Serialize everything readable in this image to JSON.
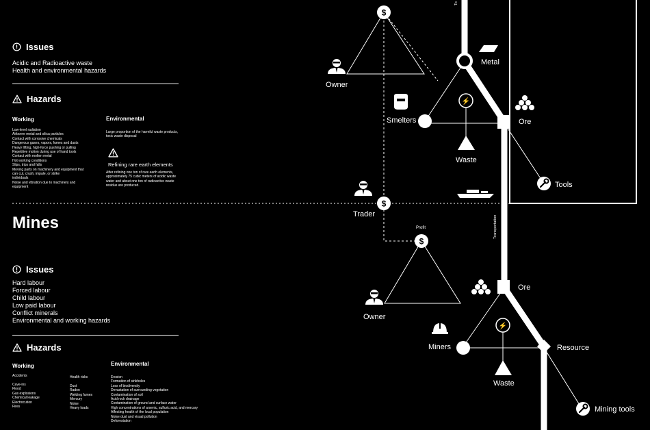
{
  "top": {
    "issues_title": "Issues",
    "issues": [
      "Acidic and Radioactive waste",
      "Health and environmental hazards"
    ],
    "hazards_title": "Hazards",
    "working_title": "Working",
    "working_items": [
      "Low-level radiation",
      "Airborne metal and silica particles",
      "Contact with corrosive chemicals",
      "Dangerous gases, vapors, fumes and dusts",
      "Heavy lifting, high-force pushing or pulling",
      "Repetitive motion during use of hand tools",
      "Contact with molten metal",
      "Hot working conditions",
      "Slips, trips and falls",
      "Moving parts on machinery and equipment that",
      "can cut, crush, impale, or strike",
      "individuals",
      "Noise and vibration due to machinery and",
      "equipment"
    ],
    "environmental_title": "Environmental",
    "environmental_items": [
      "Large proportion of the harmful waste products,",
      "toxic waste disposal"
    ],
    "refining_title": "Refining rare earth elements",
    "refining_items": [
      "After refining one ton of rare earth elements,",
      "approximately 75 cubic meters of acidic waste",
      "water and about one ton of radioactive waste",
      "residue are produced."
    ]
  },
  "mines": {
    "title": "Mines",
    "issues_title": "Issues",
    "issues": [
      "Hard labour",
      "Forced labour",
      "Child labour",
      "Low paid labour",
      "Conflict minerals",
      "Environmental and working hazards"
    ],
    "hazards_title": "Hazards",
    "working_title": "Working",
    "accidents_title": "Accidents",
    "accidents_items": [
      "Cave-ins",
      "Flood",
      "Gas explosions",
      "Chemical leakage",
      "Electrocution",
      "Fires"
    ],
    "health_title": "Health risks",
    "health_items": [
      "Dust",
      "Radon",
      "Welding fumes",
      "Mercury",
      "Noise",
      "Heavy loads"
    ],
    "environmental_title": "Environmental",
    "environmental_items": [
      "Erosion",
      "Formation of sinkholes",
      "Loss of biodiversity",
      "Devastation of surrounding vegetation",
      "Contamination of soil",
      "Acid rock drainage",
      "Contamination of ground and surface water",
      "High concentrations of arsenic, sulfuric acid, and mercury",
      "Affecting health of the local population",
      "Noise dust and visual pollution",
      "Deforestation"
    ]
  },
  "diagram": {
    "owner_top": "Owner",
    "metal": "Metal",
    "smelters": "Smelters",
    "ore_top": "Ore",
    "waste_top": "Waste",
    "tools": "Tools",
    "trader": "Trader",
    "profit": "Profit",
    "owner_bottom": "Owner",
    "ore_bottom": "Ore",
    "miners": "Miners",
    "resource": "Resource",
    "waste_bottom": "Waste",
    "mining_tools": "Mining tools",
    "transportation": "Transportation",
    "top_edge_label": "To",
    "dollar": "$",
    "bolt": "⚡"
  }
}
